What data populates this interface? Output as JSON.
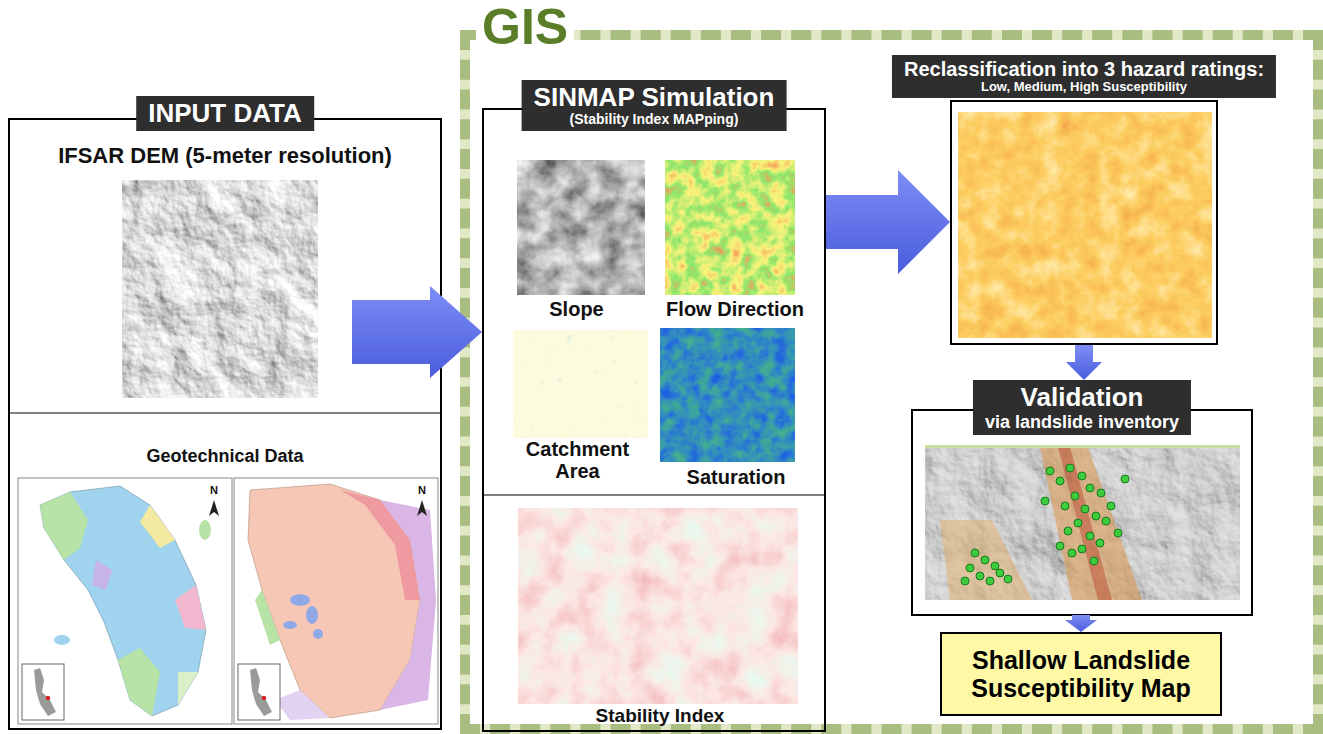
{
  "diagram": {
    "nodes": [
      {
        "text": [
          "INPUT DATA"
        ]
      },
      {
        "text": [
          "IFSAR DEM (5-meter resolution)"
        ],
        "in": 0
      },
      {
        "text": [
          "Geotechnical Data"
        ],
        "in": 0
      },
      {
        "text": [
          "GIS"
        ]
      },
      {
        "text": [
          "SINMAP Simulation",
          "(Stability Index MAPping)"
        ],
        "in": 3
      },
      {
        "text": [
          "Slope"
        ],
        "in": 4
      },
      {
        "text": [
          "Flow Direction"
        ],
        "in": 4
      },
      {
        "text": [
          "Catchment Area"
        ],
        "in": 4
      },
      {
        "text": [
          "Saturation"
        ],
        "in": 4
      },
      {
        "text": [
          "Stability Index"
        ],
        "in": 4
      },
      {
        "text": [
          "Reclassification into 3 hazard ratings:",
          "Low, Medium, High Susceptibility"
        ],
        "in": 3
      },
      {
        "text": [
          "Validation",
          "via landslide inventory"
        ],
        "in": 3
      },
      {
        "text": [
          "Shallow Landslide Susceptibility Map"
        ],
        "in": 3
      }
    ],
    "edges": [
      {
        "from": 0,
        "to": 4,
        "arrow": "to"
      },
      {
        "from": 4,
        "to": 10,
        "arrow": "to"
      },
      {
        "from": 10,
        "to": 11,
        "arrow": "to"
      },
      {
        "from": 11,
        "to": 12,
        "arrow": "to"
      }
    ],
    "labels": [
      "N",
      "N"
    ]
  }
}
